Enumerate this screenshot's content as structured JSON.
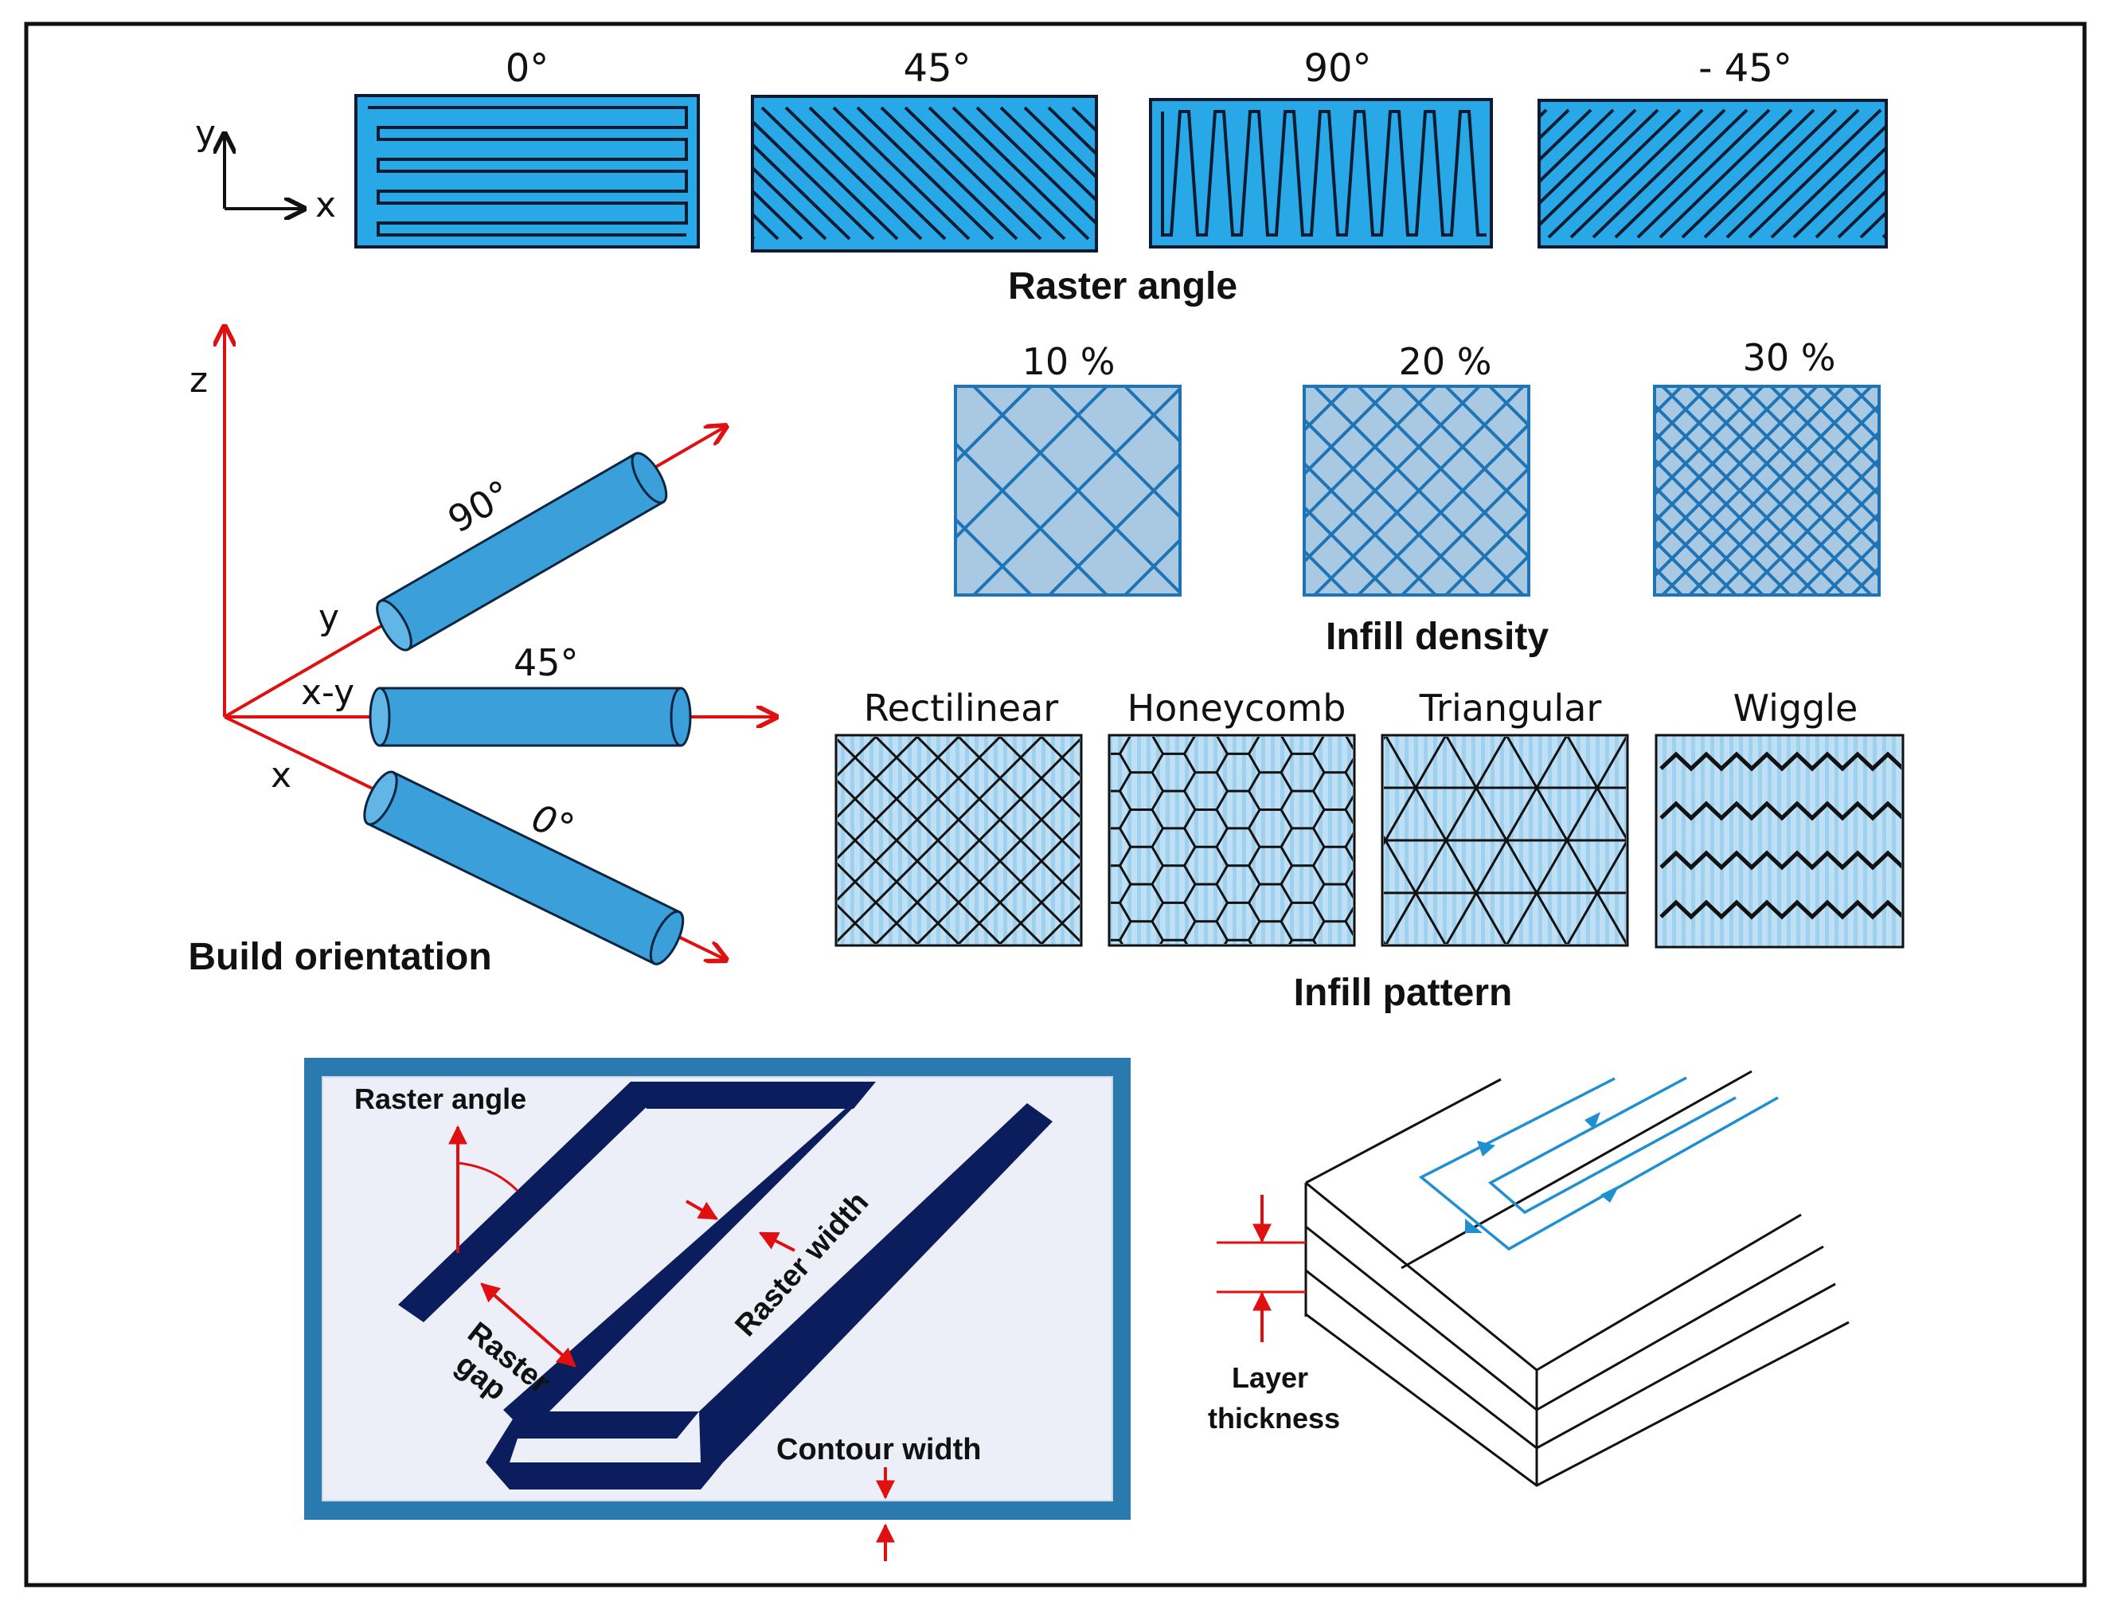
{
  "raster_angle": {
    "title": "Raster angle",
    "angles": [
      "0°",
      "45°",
      "90°",
      "- 45°"
    ],
    "axis_y": "y",
    "axis_x": "x"
  },
  "build_orientation": {
    "title": "Build orientation",
    "axis_z": "z",
    "axis_y": "y",
    "axis_xy": "x-y",
    "axis_x": "x",
    "angle_90": "90°",
    "angle_45": "45°",
    "angle_0": "0°"
  },
  "infill_density": {
    "title": "Infill density",
    "levels": [
      "10 %",
      "20 %",
      "30 %"
    ]
  },
  "infill_pattern": {
    "title": "Infill pattern",
    "patterns": [
      "Rectilinear",
      "Honeycomb",
      "Triangular",
      "Wiggle"
    ]
  },
  "raster_detail": {
    "raster_angle": "Raster angle",
    "raster_width": "Raster width",
    "raster_gap_1": "Raster",
    "raster_gap_2": "gap",
    "contour_width": "Contour width"
  },
  "layer_detail": {
    "label_1": "Layer",
    "label_2": "thickness"
  },
  "colors": {
    "raster_blue": "#29a8e8",
    "cylinder_blue": "#3b9fd9",
    "density_fill": "#a9c9e3",
    "density_line": "#1f74b5",
    "navy": "#0b1d5c",
    "frame_blue": "#2a7ab0",
    "arrow_red": "#e01010",
    "path_blue": "#1e8fd0"
  }
}
